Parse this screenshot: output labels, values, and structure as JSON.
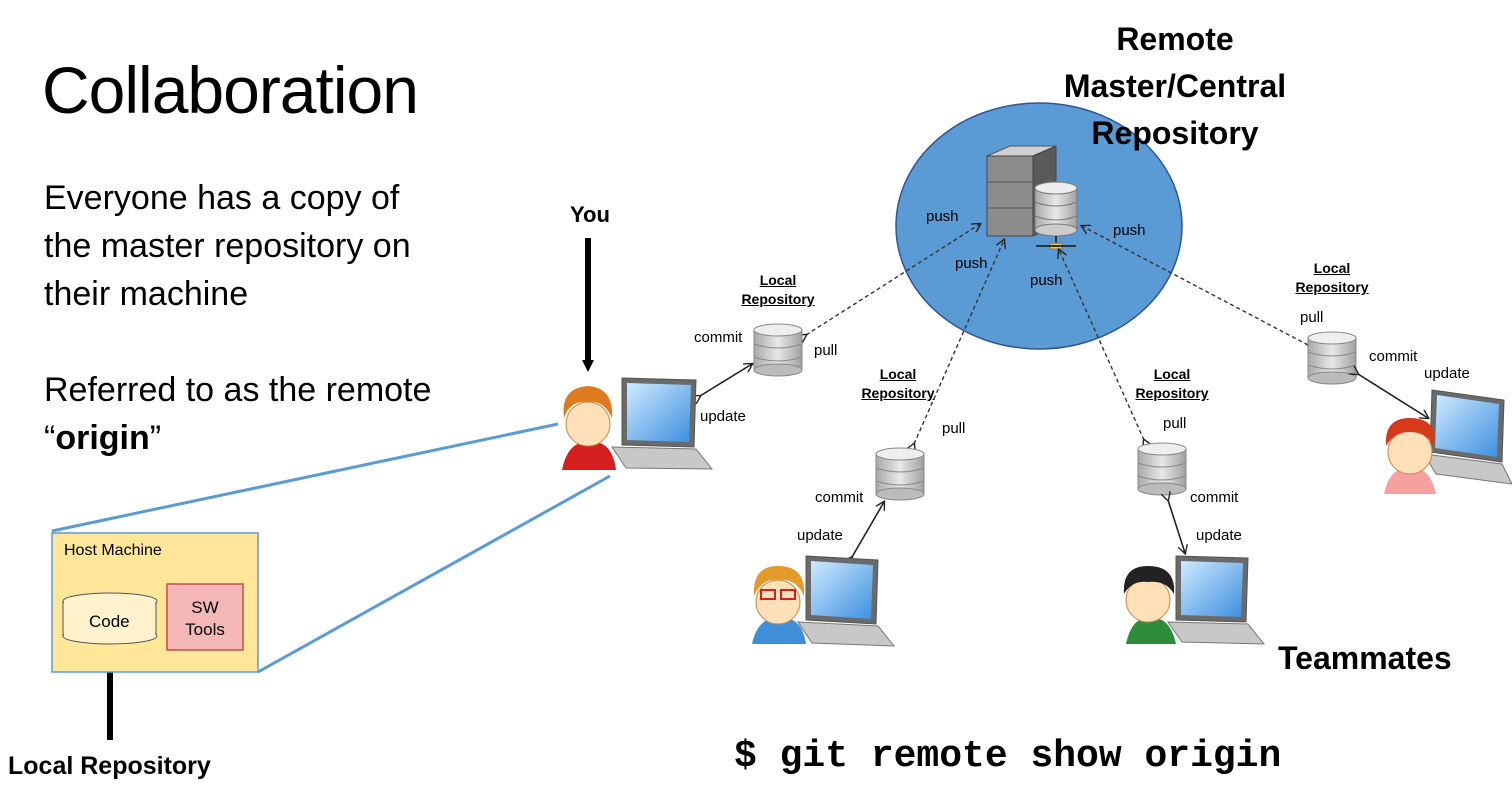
{
  "title": "Collaboration",
  "bullets": {
    "line1": "Everyone has a copy of",
    "line2": "the master repository on",
    "line3": "their machine",
    "line4": "Referred to as the remote",
    "origin_open": "“",
    "origin_word": "origin",
    "origin_close": "”"
  },
  "labels": {
    "you": "You",
    "remote_line1": "Remote",
    "remote_line2": "Master/Central",
    "remote_line3": "Repository",
    "teammates": "Teammates",
    "local_repository": "Local Repository",
    "command": "$ git remote show origin"
  },
  "host": {
    "title": "Host Machine",
    "code": "Code",
    "sw_line1": "SW",
    "sw_line2": "Tools"
  },
  "local_repo": {
    "line1": "Local",
    "line2": "Repository"
  },
  "actions": {
    "push": "push",
    "pull": "pull",
    "commit": "commit",
    "update": "update"
  },
  "colors": {
    "remote_circle": "#5b9bd5",
    "host_box": "#ffe699",
    "sw_box": "#f4b6b6",
    "code_db": "#fff2cc",
    "zoom_lines": "#5b9bd5"
  }
}
